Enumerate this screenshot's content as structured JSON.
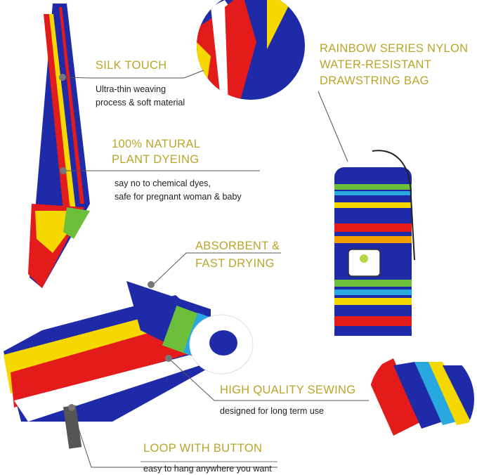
{
  "features": [
    {
      "title_lines": [
        "SILK TOUCH"
      ],
      "desc_lines": [
        "Ultra-thin weaving",
        "process & soft material"
      ]
    },
    {
      "title_lines": [
        "100% NATURAL",
        "PLANT DYEING"
      ],
      "desc_lines": [
        "say no to chemical dyes,",
        "safe for pregnant woman & baby"
      ]
    },
    {
      "title_lines": [
        "RAINBOW SERIES NYLON",
        "WATER-RESISTANT",
        "DRAWSTRING BAG"
      ],
      "desc_lines": []
    },
    {
      "title_lines": [
        "ABSORBENT &",
        "FAST DRYING"
      ],
      "desc_lines": []
    },
    {
      "title_lines": [
        "HIGH QUALITY SEWING"
      ],
      "desc_lines": [
        "designed for long term use"
      ]
    },
    {
      "title_lines": [
        "LOOP WITH BUTTON"
      ],
      "desc_lines": [
        "easy to hang anywhere you want"
      ]
    }
  ],
  "colors": {
    "accent": "#b9a52a",
    "blue": "#1f2aa8",
    "red": "#e31b1b",
    "yellow": "#f5d800",
    "green": "#6cbf3a",
    "cyan": "#29a8e0",
    "marker": "#777777"
  }
}
